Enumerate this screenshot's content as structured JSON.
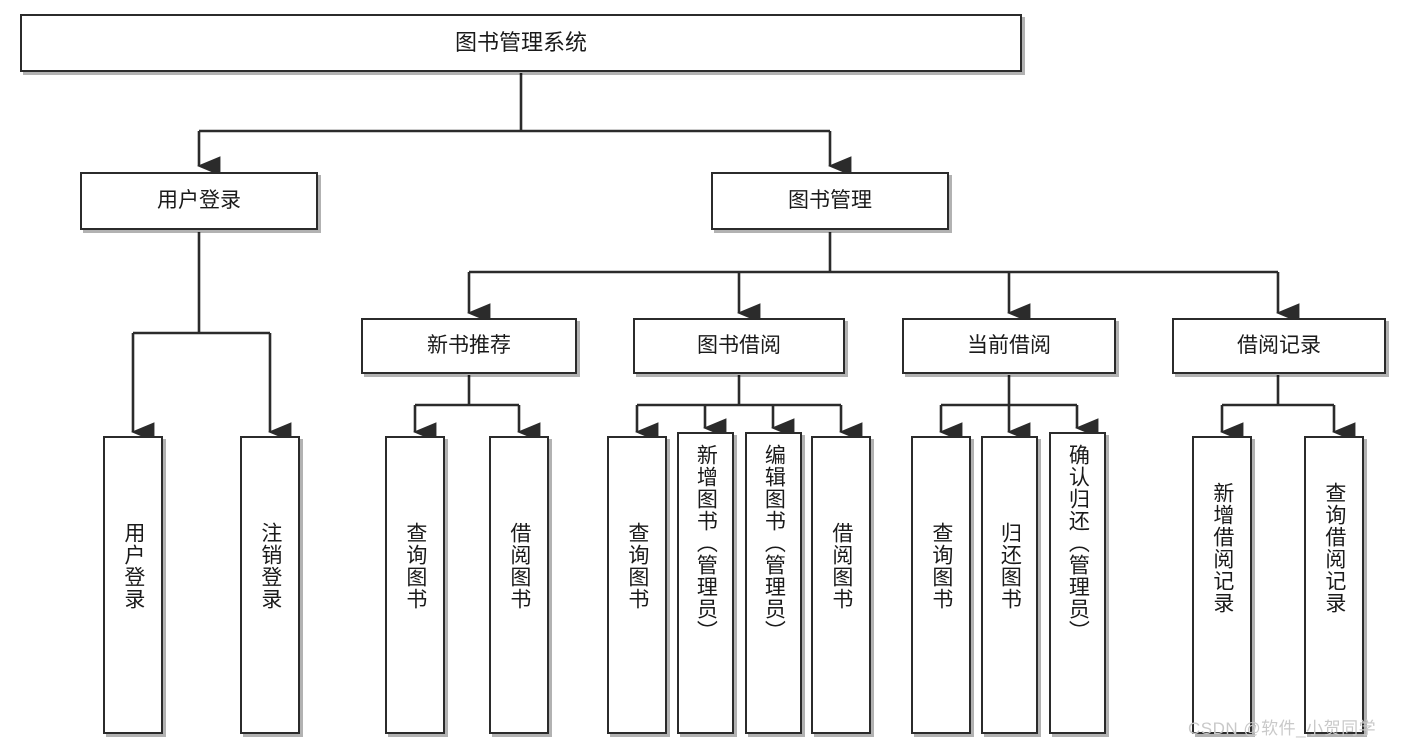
{
  "diagram": {
    "type": "tree-hierarchy",
    "title": "图书管理系统",
    "root": {
      "id": "root",
      "label": "图书管理系统"
    },
    "level1": [
      {
        "id": "user-login",
        "label": "用户登录"
      },
      {
        "id": "book-manage",
        "label": "图书管理"
      }
    ],
    "level2": [
      {
        "id": "new-book-rec",
        "label": "新书推荐",
        "parent": "book-manage"
      },
      {
        "id": "book-borrow",
        "label": "图书借阅",
        "parent": "book-manage"
      },
      {
        "id": "current-borrow",
        "label": "当前借阅",
        "parent": "book-manage"
      },
      {
        "id": "borrow-record",
        "label": "借阅记录",
        "parent": "book-manage"
      }
    ],
    "leaves": [
      {
        "id": "leaf-user-login",
        "label": "用户登录",
        "parent": "user-login"
      },
      {
        "id": "leaf-logout",
        "label": "注销登录",
        "parent": "user-login"
      },
      {
        "id": "leaf-query-book-1",
        "label": "查询图书",
        "parent": "new-book-rec"
      },
      {
        "id": "leaf-borrow-book-1",
        "label": "借阅图书",
        "parent": "new-book-rec"
      },
      {
        "id": "leaf-query-book-2",
        "label": "查询图书",
        "parent": "book-borrow"
      },
      {
        "id": "leaf-add-book",
        "label": "新增图书（管理员）",
        "parent": "book-borrow"
      },
      {
        "id": "leaf-edit-book",
        "label": "编辑图书（管理员）",
        "parent": "book-borrow"
      },
      {
        "id": "leaf-borrow-book-2",
        "label": "借阅图书",
        "parent": "book-borrow"
      },
      {
        "id": "leaf-query-book-3",
        "label": "查询图书",
        "parent": "current-borrow"
      },
      {
        "id": "leaf-return-book",
        "label": "归还图书",
        "parent": "current-borrow"
      },
      {
        "id": "leaf-confirm-return",
        "label": "确认归还（管理员）",
        "parent": "current-borrow"
      },
      {
        "id": "leaf-add-record",
        "label": "新增借阅记录",
        "parent": "borrow-record"
      },
      {
        "id": "leaf-query-record",
        "label": "查询借阅记录",
        "parent": "borrow-record"
      }
    ]
  },
  "watermark": {
    "text": "CSDN @软件_小贺同学"
  },
  "colors": {
    "background": "#ffffff",
    "box_border": "#2b2b2b",
    "box_fill": "#ffffff",
    "text": "#1a1a1a",
    "connector": "#2b2b2b",
    "watermark": "#c9c9c9"
  }
}
